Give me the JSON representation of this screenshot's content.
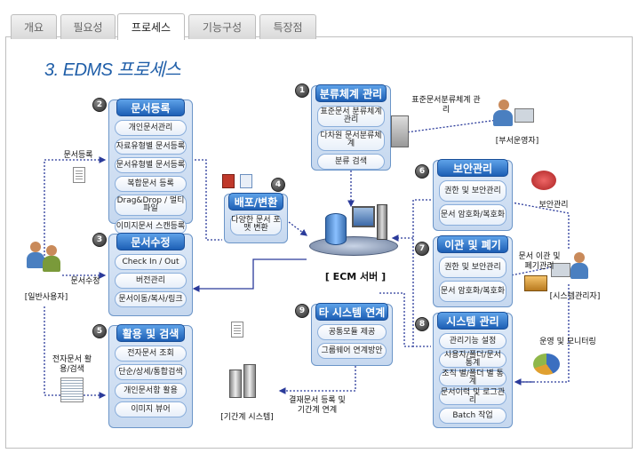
{
  "tabs": [
    "개요",
    "필요성",
    "프로세스",
    "기능구성",
    "특장점"
  ],
  "active_tab": 2,
  "title": "3. EDMS 프로세스",
  "panels": {
    "p1": {
      "num": "1",
      "title": "분류체계 관리",
      "items": [
        "표준문서 분류체계 관리",
        "다차원 문서분류체계",
        "분류 검색"
      ]
    },
    "p2": {
      "num": "2",
      "title": "문서등록",
      "items": [
        "개인문서관리",
        "자료유형별 문서등록",
        "문서유형별 문서등록",
        "복합문서 등록",
        "Drag&Drop / 멀티파일",
        "이미지문서 스캔등록"
      ]
    },
    "p3": {
      "num": "3",
      "title": "문서수정",
      "items": [
        "Check In / Out",
        "버전관리",
        "문서이동/복사/링크"
      ]
    },
    "p4": {
      "num": "4",
      "title": "배포/변환",
      "items": [
        "다양한 문서 포맷 변환"
      ]
    },
    "p5": {
      "num": "5",
      "title": "활용 및 검색",
      "items": [
        "전자문서 조회",
        "단순/상세/통합검색",
        "개인문서함 활용",
        "이미지 뷰어"
      ]
    },
    "p6": {
      "num": "6",
      "title": "보안관리",
      "items": [
        "권한 및 보안관리",
        "문서 암호화/복호화"
      ]
    },
    "p7": {
      "num": "7",
      "title": "이관 및 폐기",
      "items": [
        "권한 및 보안관리",
        "문서 암호화/복호화"
      ]
    },
    "p8": {
      "num": "8",
      "title": "시스템 관리",
      "items": [
        "관리기능 설정",
        "사용자/폴더/문서 통계",
        "조직 별/폴더 별 통계",
        "문서이력 및 로그관리",
        "Batch 작업"
      ]
    },
    "p9": {
      "num": "9",
      "title": "타 시스템 연계",
      "items": [
        "공통모듈 제공",
        "그룹웨어 연계방안"
      ]
    }
  },
  "labels": {
    "server": "[ ECM 서버 ]",
    "dept_operator": "[부서운영자]",
    "general_user": "[일반사용자]",
    "sys_admin": "[시스템관리자]",
    "legacy": "[기간계 시스템]",
    "std_doc": "표준문서분류체계 관리",
    "doc_reg": "문서등록",
    "doc_edit": "문서수정",
    "use_search": "전자문서 활용/검색",
    "security": "보안관리",
    "transfer": "문서 이관 및 폐기관리",
    "ops": "운영 및 모니터링",
    "approval": "결재문서 등록 및 기간계 연계"
  },
  "colors": {
    "accent": "#1f5ea8",
    "panel": "#c6d8ef",
    "header": "#1d5fb5"
  }
}
